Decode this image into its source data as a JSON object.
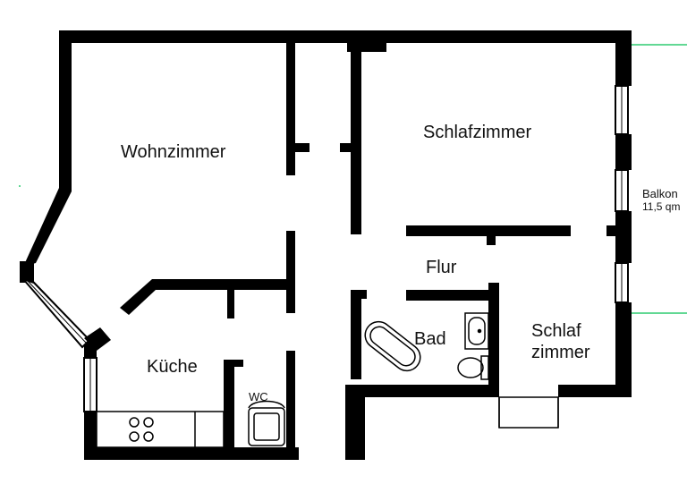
{
  "rooms": {
    "wohnzimmer": "Wohnzimmer",
    "schlafzimmer": "Schlafzimmer",
    "flur": "Flur",
    "bad": "Bad",
    "kueche": "Küche",
    "wc": "WC",
    "schlaf_line1": "Schlaf",
    "schlaf_line2": "zimmer"
  },
  "balcony": {
    "name": "Balkon",
    "area": "11,5 qm"
  },
  "colors": {
    "wall": "#000000",
    "background": "#ffffff",
    "balcony_line": "#2ecc71"
  }
}
